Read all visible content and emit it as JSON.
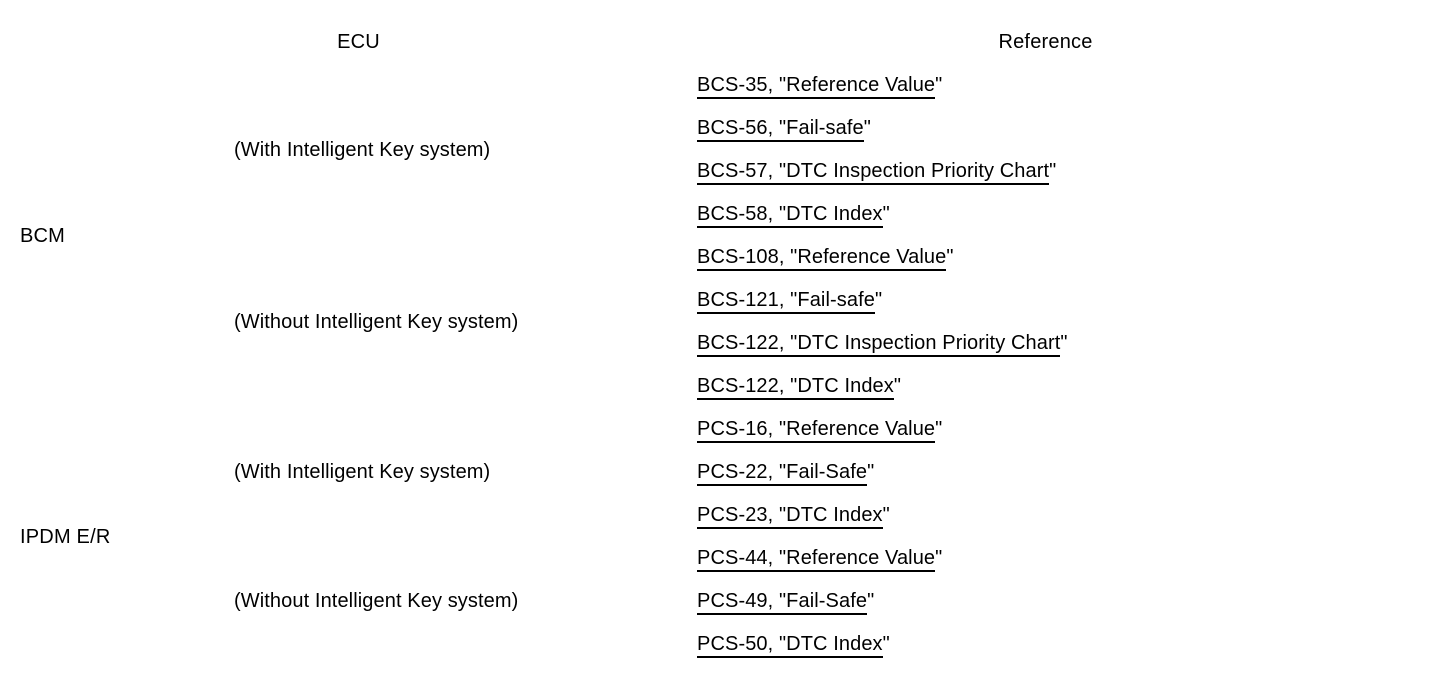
{
  "table": {
    "headers": {
      "ecu": "ECU",
      "reference": "Reference"
    },
    "groups": [
      {
        "ecu": "BCM",
        "variants": [
          {
            "label": "(With Intelligent Key system)",
            "references": [
              {
                "link": "BCS-35, \"Reference Value",
                "tail": "\""
              },
              {
                "link": "BCS-56, \"Fail-safe",
                "tail": "\""
              },
              {
                "link": "BCS-57, \"DTC  Inspection  Priority  Chart",
                "tail": "\""
              },
              {
                "link": "BCS-58, \"DTC  Index",
                "tail": "\""
              }
            ]
          },
          {
            "label": "(Without Intelligent Key system)",
            "references": [
              {
                "link": "BCS-108, \"Reference Value",
                "tail": "\""
              },
              {
                "link": "BCS-121, \"Fail-safe",
                "tail": "\""
              },
              {
                "link": "BCS-122, \"DTC  Inspection  Priority  Chart",
                "tail": "\""
              },
              {
                "link": "BCS-122, \"DTC  Index",
                "tail": "\""
              }
            ]
          }
        ]
      },
      {
        "ecu": "IPDM E/R",
        "variants": [
          {
            "label": "(With Intelligent Key system)",
            "references": [
              {
                "link": "PCS-16, \"Reference Value",
                "tail": "\""
              },
              {
                "link": "PCS-22, \"Fail-Safe",
                "tail": "\""
              },
              {
                "link": "PCS-23, \"DTC  Index",
                "tail": "\""
              }
            ]
          },
          {
            "label": "(Without Intelligent Key system)",
            "references": [
              {
                "link": "PCS-44, \"Reference Value",
                "tail": "\""
              },
              {
                "link": "PCS-49, \"Fail-Safe",
                "tail": "\""
              },
              {
                "link": "PCS-50, \"DTC  Index",
                "tail": "\""
              }
            ]
          }
        ]
      }
    ]
  },
  "colors": {
    "text": "#000000",
    "rule": "#000000",
    "background": "#ffffff"
  }
}
